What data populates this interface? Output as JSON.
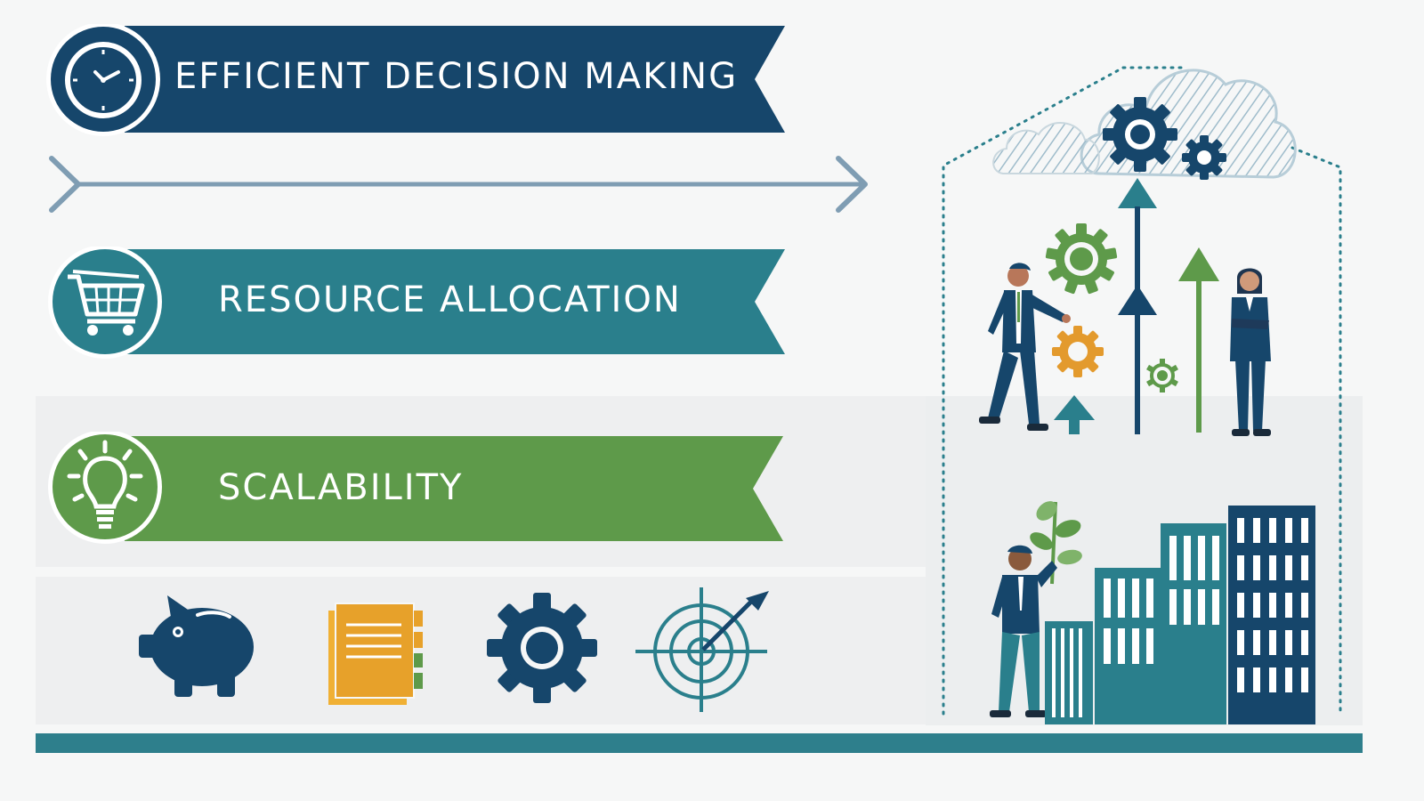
{
  "banners": [
    {
      "label": "EFFICIENT DECISION MAKING",
      "icon": "clock-icon",
      "color": "#16466b"
    },
    {
      "label": "RESOURCE ALLOCATION",
      "icon": "shopping-cart-icon",
      "color": "#2a7f8c"
    },
    {
      "label": "SCALABILITY",
      "icon": "lightbulb-icon",
      "color": "#5e9a4a"
    }
  ],
  "bottom_icons": [
    "piggy-bank-icon",
    "documents-icon",
    "gear-icon",
    "target-icon"
  ],
  "illustration": {
    "elements": [
      "cloud-icon",
      "gear-icon",
      "growth-arrow-icon",
      "businessman-icon",
      "businesswoman-icon",
      "person-with-plant-icon",
      "buildings-icon"
    ]
  },
  "colors": {
    "navy": "#16466b",
    "teal": "#2a7f8c",
    "green": "#5e9a4a",
    "orange": "#e39a2d",
    "arrow": "#7f9db3",
    "panel": "#eeeff0"
  }
}
